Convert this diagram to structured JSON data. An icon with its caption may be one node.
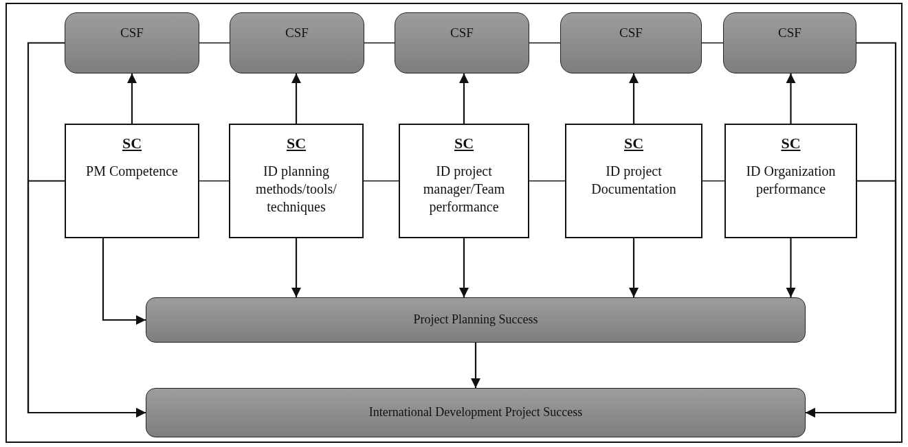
{
  "diagram": {
    "nodes": [
      {
        "text": [
          "CSF"
        ]
      },
      {
        "text": [
          "CSF"
        ]
      },
      {
        "text": [
          "CSF"
        ]
      },
      {
        "text": [
          "CSF"
        ]
      },
      {
        "text": [
          "CSF"
        ]
      },
      {
        "text": [
          "SC",
          "PM Competence"
        ]
      },
      {
        "text": [
          "SC",
          "ID planning methods/tools/ techniques"
        ]
      },
      {
        "text": [
          "SC",
          "ID project manager/Team performance"
        ]
      },
      {
        "text": [
          "SC",
          "ID project Documentation"
        ]
      },
      {
        "text": [
          "SC",
          "ID Organization performance"
        ]
      },
      {
        "text": [
          "Project Planning Success"
        ]
      },
      {
        "text": [
          "International Development Project Success"
        ]
      }
    ],
    "edges": [
      {
        "from": 5,
        "to": 0,
        "arrow": "to"
      },
      {
        "from": 6,
        "to": 1,
        "arrow": "to"
      },
      {
        "from": 7,
        "to": 2,
        "arrow": "to"
      },
      {
        "from": 8,
        "to": 3,
        "arrow": "to"
      },
      {
        "from": 9,
        "to": 4,
        "arrow": "to"
      },
      {
        "from": 5,
        "to": 10,
        "arrow": "to"
      },
      {
        "from": 6,
        "to": 10,
        "arrow": "to"
      },
      {
        "from": 7,
        "to": 10,
        "arrow": "to"
      },
      {
        "from": 8,
        "to": 10,
        "arrow": "to"
      },
      {
        "from": 9,
        "to": 10,
        "arrow": "to"
      },
      {
        "from": 10,
        "to": 11,
        "arrow": "to"
      },
      {
        "from": 0,
        "to": 1,
        "arrow": "none"
      },
      {
        "from": 1,
        "to": 2,
        "arrow": "none"
      },
      {
        "from": 2,
        "to": 3,
        "arrow": "none"
      },
      {
        "from": 3,
        "to": 4,
        "arrow": "none"
      },
      {
        "from": 5,
        "to": 6,
        "arrow": "none"
      },
      {
        "from": 6,
        "to": 7,
        "arrow": "none"
      },
      {
        "from": 7,
        "to": 8,
        "arrow": "none"
      },
      {
        "from": 8,
        "to": 9,
        "arrow": "none"
      },
      {
        "from": 0,
        "to": 11,
        "arrow": "to"
      },
      {
        "from": 5,
        "to": 11,
        "arrow": "to"
      },
      {
        "from": 4,
        "to": 11,
        "arrow": "to"
      },
      {
        "from": 9,
        "to": 11,
        "arrow": "to"
      }
    ]
  }
}
